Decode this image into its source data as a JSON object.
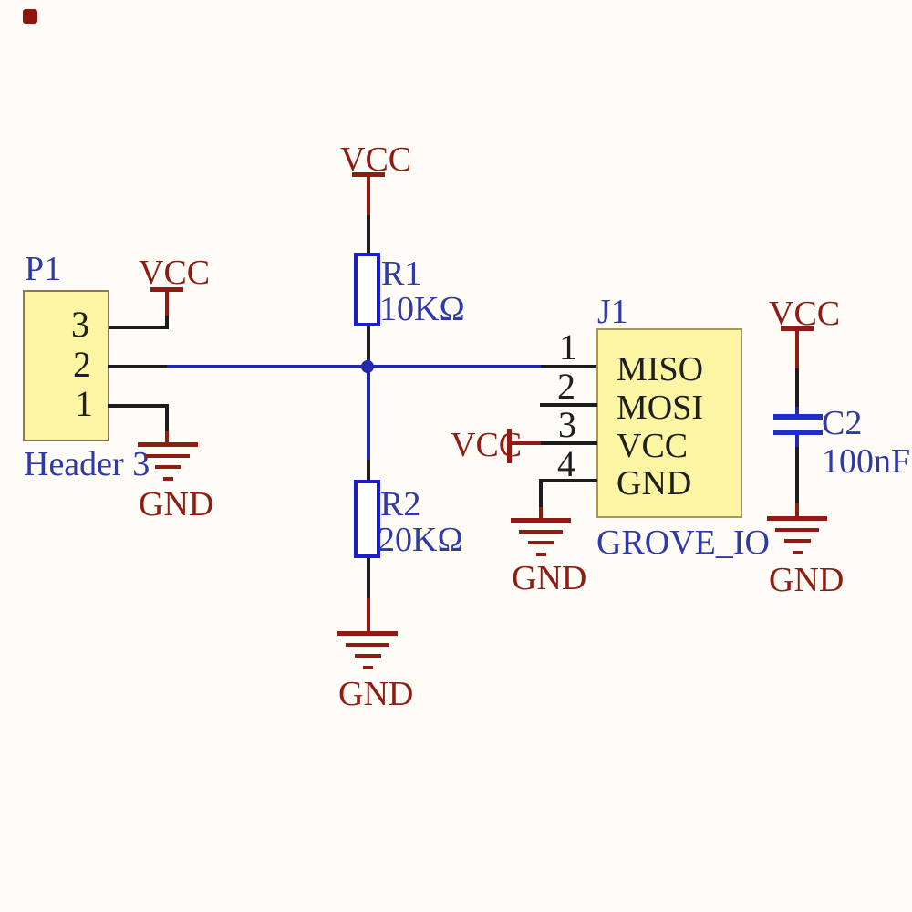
{
  "title": "Schematic: Grove IO voltage divider",
  "colors": {
    "background": "#fffcf7",
    "wire_black": "#1c1c1c",
    "wire_blue": "#2329a8",
    "power_red": "#8e1c12",
    "component_outline_blue": "#1c1ecd",
    "label_blue": "#2f3aa6",
    "component_fill_yellow": "#fcf6a4",
    "component_border": "#8a7950"
  },
  "power": {
    "vcc": "VCC",
    "gnd": "GND"
  },
  "components": {
    "p1": {
      "designator": "P1",
      "value": "Header 3",
      "pins": [
        "3",
        "2",
        "1"
      ]
    },
    "r1": {
      "designator": "R1",
      "value": "10KΩ"
    },
    "r2": {
      "designator": "R2",
      "value": "20KΩ"
    },
    "c2": {
      "designator": "C2",
      "value": "100nF"
    },
    "j1": {
      "designator": "J1",
      "value": "GROVE_IO",
      "pin_numbers": [
        "1",
        "2",
        "3",
        "4"
      ],
      "pin_names": [
        "MISO",
        "MOSI",
        "VCC",
        "GND"
      ]
    }
  }
}
